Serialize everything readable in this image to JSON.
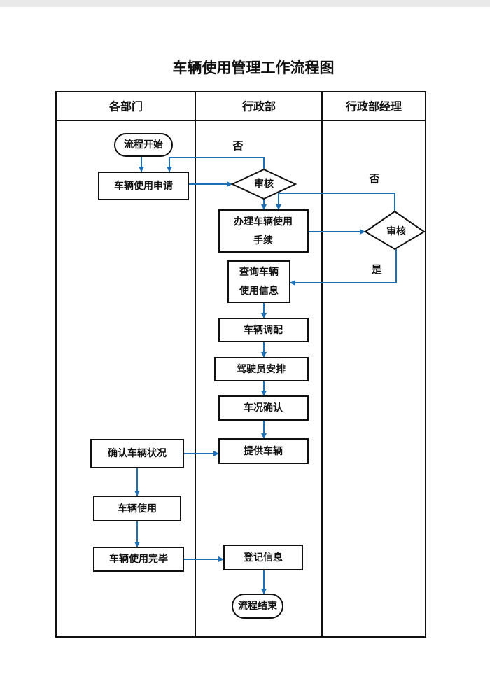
{
  "title": "车辆使用管理工作流程图",
  "lanes": [
    "各部门",
    "行政部",
    "行政部经理"
  ],
  "nodes": {
    "start": "流程开始",
    "apply": "车辆使用申请",
    "review1": "审核",
    "process_line1": "办理车辆使用",
    "process_line2": "手续",
    "review2": "审核",
    "query_line1": "查询车辆",
    "query_line2": "使用信息",
    "dispatch": "车辆调配",
    "driver": "驾驶员安排",
    "check": "车况确认",
    "provide": "提供车辆",
    "confirm": "确认车辆状况",
    "use": "车辆使用",
    "done": "车辆使用完毕",
    "register": "登记信息",
    "end": "流程结束"
  },
  "labels": {
    "no1": "否",
    "no2": "否",
    "yes2": "是"
  },
  "colors": {
    "arrow": "#1f6fb5",
    "border": "#111111"
  }
}
